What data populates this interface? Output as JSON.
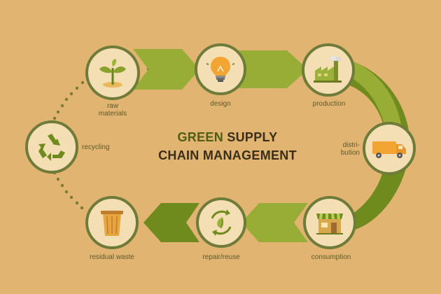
{
  "title": {
    "highlight": "GREEN",
    "line1_rest": "SUPPLY",
    "line2": "CHAIN MANAGEMENT"
  },
  "colors": {
    "background": "#e2b472",
    "arrow_light": "#98ad35",
    "arrow_dark": "#6f8a1d",
    "node_fill": "#f4dfb4",
    "node_ring": "#6e7b39",
    "dots": "#7a7a30",
    "title_green": "#4f5e14"
  },
  "stages": {
    "raw_materials": {
      "line1": "raw",
      "line2": "materials",
      "icon": "sprout-icon"
    },
    "design": {
      "label": "design",
      "icon": "lightbulb-icon"
    },
    "production": {
      "label": "production",
      "icon": "factory-icon"
    },
    "distribution": {
      "line1": "distri-",
      "line2": "bution",
      "icon": "delivery-truck-icon"
    },
    "consumption": {
      "label": "consumption",
      "icon": "store-icon"
    },
    "repair_reuse": {
      "label": "repair/reuse",
      "icon": "leaf-cycle-icon"
    },
    "residual_waste": {
      "label": "residual waste",
      "icon": "trash-bin-icon"
    },
    "recycling": {
      "label": "recycling",
      "icon": "recycle-icon"
    }
  }
}
